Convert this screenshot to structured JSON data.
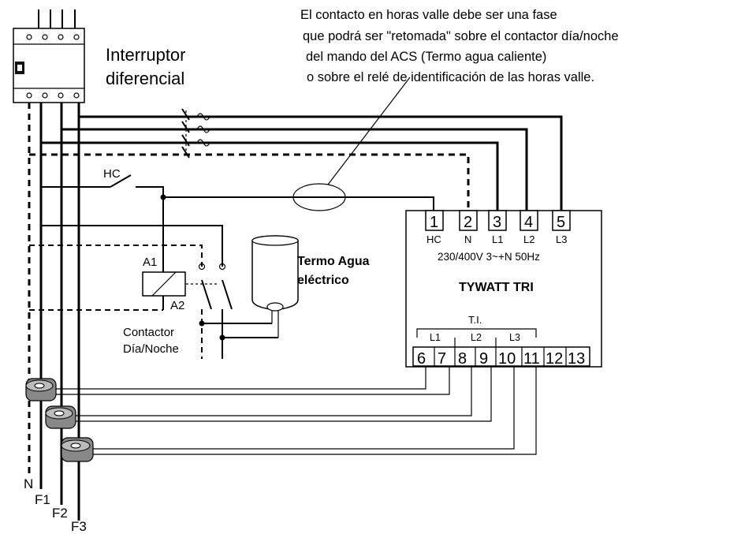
{
  "note": {
    "lines": [
      "El contacto en horas valle debe ser una fase",
      "que podrá ser  \"retomada\" sobre el contactor día/noche",
      "del mando del ACS (Termo agua caliente)",
      "o sobre el relé de identificación de las horas valle."
    ]
  },
  "breaker": {
    "line1": "Interruptor",
    "line2": "diferencial"
  },
  "hc_switch": "HC",
  "contactor": {
    "a1": "A1",
    "a2": "A2",
    "line1": "Contactor",
    "line2": "Día/Noche"
  },
  "heater": {
    "line1": "Termo Agua",
    "line2": "eléctrico"
  },
  "device": {
    "name": "TYWATT TRI",
    "spec": "230/400V 3~+N 50Hz",
    "top_terminals": [
      {
        "num": "1",
        "label": "HC"
      },
      {
        "num": "2",
        "label": "N"
      },
      {
        "num": "3",
        "label": "L1"
      },
      {
        "num": "4",
        "label": "L2"
      },
      {
        "num": "5",
        "label": "L3"
      }
    ],
    "ti_label": "T.I.",
    "ti_groups": [
      "L1",
      "L2",
      "L3"
    ],
    "bottom_terminals": [
      "6",
      "7",
      "8",
      "9",
      "10",
      "11",
      "12",
      "13"
    ]
  },
  "lines": {
    "n": "N",
    "f1": "F1",
    "f2": "F2",
    "f3": "F3"
  }
}
